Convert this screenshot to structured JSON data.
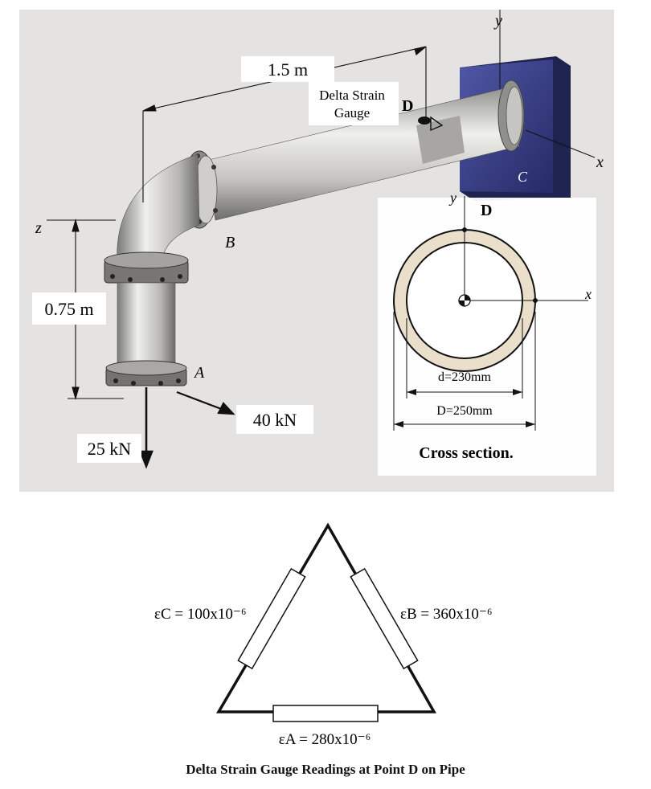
{
  "pipe_figure": {
    "dim_length": "1.5 m",
    "dim_height": "0.75 m",
    "force_x": "40 kN",
    "force_down": "25 kN",
    "gauge_label_line1": "Delta Strain",
    "gauge_label_line2": "Gauge",
    "point_D": "D",
    "point_A": "A",
    "point_B": "B",
    "point_C": "C",
    "axis_x": "x",
    "axis_y": "y",
    "axis_z": "z"
  },
  "cross_section": {
    "point_D": "D",
    "axis_x": "x",
    "axis_y": "y",
    "inner_dim": "d=230mm",
    "outer_dim": "D=250mm",
    "caption": "Cross section."
  },
  "gauge_diagram": {
    "eps_C": "εC = 100x10⁻⁶",
    "eps_B": "εB = 360x10⁻⁶",
    "eps_A": "εA = 280x10⁻⁶",
    "caption": "Delta Strain Gauge Readings at Point D on Pipe"
  },
  "colors": {
    "photo_background": "#e8e6e4",
    "pipe": "#c9c7c2",
    "wall_plate": "#3a3f86",
    "section_ring": "#e9dcc8"
  }
}
